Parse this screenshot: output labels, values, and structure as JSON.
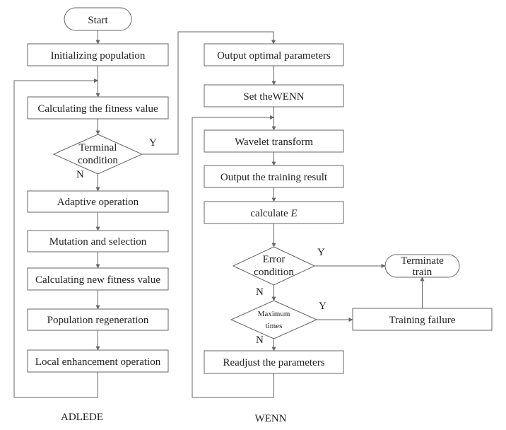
{
  "adlede": {
    "caption": "ADLEDE",
    "start": "Start",
    "init": "Initializing population",
    "fitness": "Calculating the fitness value",
    "terminal_line1": "Terminal",
    "terminal_line2": "condition",
    "adaptive": "Adaptive operation",
    "mutation": "Mutation and selection",
    "new_fitness": "Calculating new fitness value",
    "regen": "Population regeneration",
    "local": "Local enhancement operation",
    "yes": "Y",
    "no": "N"
  },
  "wenn": {
    "caption": "WENN",
    "output_params": "Output optimal parameters",
    "set_prefix": "Set the",
    "set_name": "WENN",
    "wavelet": "Wavelet transform",
    "training_result": "Output the training result",
    "calc_prefix": "calculate ",
    "calc_var": "E",
    "error_line1": "Error",
    "error_line2": "condition",
    "max_line1": "Maximum",
    "max_line2": "times",
    "readjust": "Readjust the parameters",
    "failure": "Training failure",
    "terminate_line1": "Terminate",
    "terminate_line2": "train",
    "error_yes": "Y",
    "error_no": "N",
    "max_yes": "Y",
    "max_no": "N"
  },
  "colors": {
    "stroke": "#666666",
    "text": "#222222"
  }
}
